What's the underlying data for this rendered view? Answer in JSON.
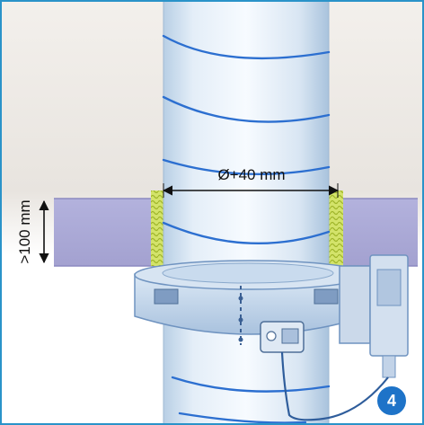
{
  "annotations": {
    "diameter_label": "Ø+40 mm",
    "depth_label": ">100 mm"
  },
  "step_badge": {
    "number": "4"
  },
  "colors": {
    "frame_border": "#2a93c9",
    "background_top": "#ede9e4",
    "background_bottom": "#ffffff",
    "slab": "#aaa9d6",
    "slab_edge": "#8b89c0",
    "pipe_fill": "#e6f0f9",
    "pipe_shade": "#b7cfe6",
    "spiral_seam": "#2c6fd0",
    "filler_foam": "#c9da4c",
    "collar": "#c2d6ea",
    "collar_edge": "#6f93c0",
    "actuator": "#c3d3e6",
    "cable": "#2f5d9b",
    "badge": "#1e73c8"
  },
  "icons": {
    "dimension_arrows": "double-headed-arrow",
    "step_badge": "numbered-circle"
  }
}
